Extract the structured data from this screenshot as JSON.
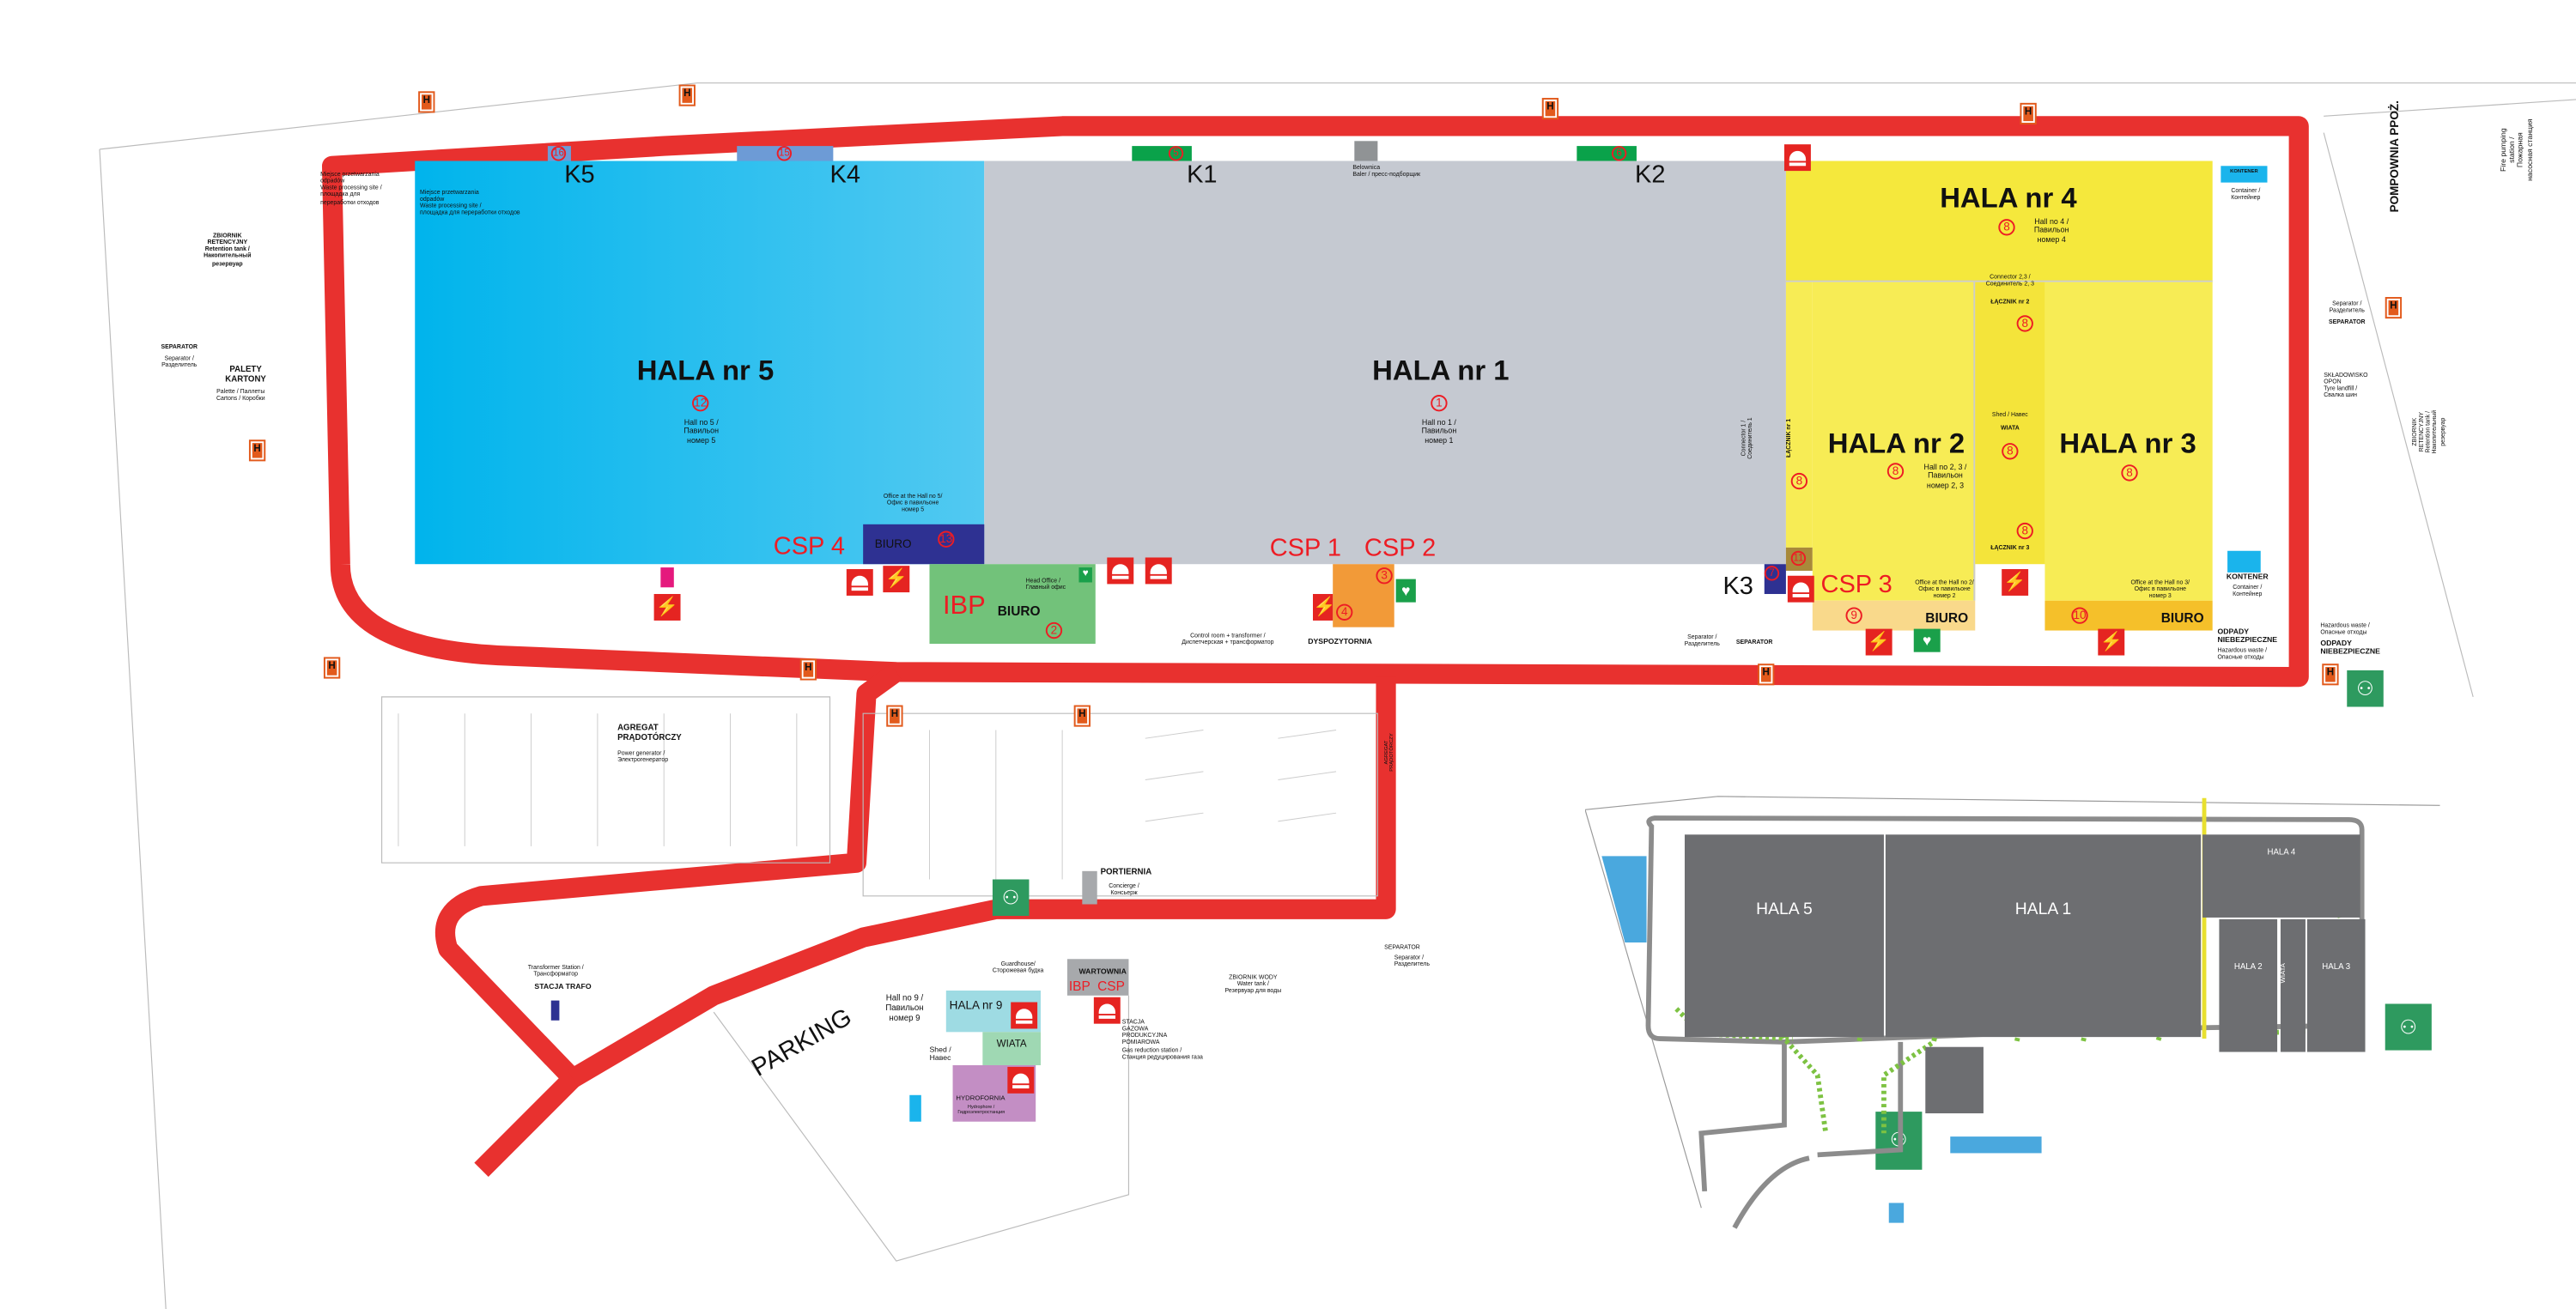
{
  "colors": {
    "road": "#e8312f",
    "hall5": "#1ab9ee",
    "hall1": "#c5c9d1",
    "hall_yellow": "#f5e83c",
    "office_blue": "#2e3192",
    "head_office": "#72c27a",
    "dispatch": "#f29a38",
    "assembly": "#2e9a5f",
    "mini_building": "#6d6e71",
    "evac_route": "#7dc242"
  },
  "halls": {
    "hala5": {
      "title": "HALA nr 5",
      "num": "12",
      "desc": "Hall no 5 /\nПавильон\nномер 5"
    },
    "hala1": {
      "title": "HALA nr 1",
      "num": "1",
      "desc": "Hall no 1 /\nПавильон\nномер 1"
    },
    "hala4": {
      "title": "HALA nr 4",
      "num": "8",
      "desc": "Hall no 4 /\nПавильон\nномер 4"
    },
    "hala2": {
      "title": "HALA nr 2",
      "num": "8",
      "desc": "Hall no 2, 3 /\nПавильон\nномер 2, 3"
    },
    "hala3": {
      "title": "HALA nr 3",
      "num": "8"
    },
    "hala9": {
      "title": "HALA nr 9",
      "desc": "Hall no 9 /\nПавильон\nномер 9"
    }
  },
  "gates": {
    "k5": "K5",
    "k4": "K4",
    "k1": "K1",
    "k2": "K2",
    "k3": "K3",
    "n16": "16",
    "n15": "15",
    "n5": "5",
    "n6": "6",
    "n7": "7",
    "n11": "11"
  },
  "labels": {
    "waste_site": "Miejsce przetwarzania\nodpadów\nWaste processing site /\nплощадка для переработки отходов",
    "waste_site_left": "Miejsce przetwarzania\nodpadów\nWaste processing site /\nплощадка для\nпереработки отходов",
    "retention_left": "ZBIORNIK\nRETENCYJNY\nRetention tank /\nНакопительный\nрезервуар",
    "separator_title": "SEPARATOR",
    "separator_desc": "Separator /\nРазделитель",
    "pallets": "PALETY\nKARTONY",
    "pallets_desc": "Palette / Паллеты\nCartons / Коробки",
    "baler": "Belownica\nBaler / пресс-подборщик",
    "office5": "Office at the Hall no 5/\nОфис в павильоне\nномер 5",
    "biuro": "BIURO",
    "n13": "13",
    "csp4": "CSP 4",
    "csp1": "CSP 1",
    "csp2": "CSP 2",
    "csp3": "CSP 3",
    "ibp": "IBP",
    "head_office": "Head Office /\nГлавный офис",
    "n2": "2",
    "n3": "3",
    "n4": "4",
    "control_room": "Control room + transformer /\nДиспетчерская + трансформатор",
    "dyspozytornia": "DYSPOZYTORNIA",
    "connector1": "Connector 1 /\nСоединитель 1",
    "lacznik1": "ŁĄCZNIK nr 1",
    "connector23": "Connector 2,3 /\nСоединитель 2, 3",
    "lacznik2": "ŁĄCZNIK nr 2",
    "lacznik3": "ŁĄCZNIK nr 3",
    "shed": "Shed / Навес",
    "wiata": "WIATA",
    "n8": "8",
    "n9": "9",
    "n10": "10",
    "office2": "Office at the Hall no 2/\nОфис в павильоне\nномер 2",
    "office3": "Office at the Hall no 3/\nОфис в павильоне\nномер 3",
    "kontener": "KONTENER",
    "container_desc": "Container /\nКонтейнер",
    "hazard": "ODPADY\nNIEBEZPIECZNE",
    "hazard_desc": "Hazardous waste /\nОпасные отходы",
    "pump": "POMPOWNIA PPOŻ.",
    "pump_desc": "Fire pumping\nstation /\nПожарная\nнасосная станция",
    "tyres": "SKŁADOWISKO\nOPON\nTyre landfill /\nСвалка шин",
    "retention_right": "ZBIORNIK\nRETENCYJNY\nRetention tank /\nНакопительный\nрезервуар",
    "generator": "AGREGAT\nPRĄDOTÓRCZY",
    "generator_desc": "Power generator /\nЭлектрогенератор",
    "portiernia": "PORTIERNIA",
    "concierge": "Concierge /\nКонсьерж",
    "guardhouse": "Guardhouse/\nСторожевая будка",
    "wartownia": "WARTOWNIA",
    "ibp_csp": "IBP  CSP",
    "gas_station": "STACJA\nGAZOWA\nPRODUKCYJNA\nPOMIAROWA\nGas reduction station /\nСтанция редуцирования газа",
    "water_tank": "ZBIORNIK WODY\nWater tank /\nРезервуар для воды",
    "transformer": "Transformer Station /\nТрансформатор",
    "stacja_trafo": "STACJA TRAFO",
    "parking": "PARKING",
    "shed9": "Shed /\nНавес",
    "hydroforna": "HYDROFORNIA",
    "hydroforna_desc": "Hydrophore /\nГидроэлектростанция",
    "generator_small": "AGREGAT\nPRĄDOTÓRCZY"
  },
  "minimap": {
    "hala5": "HALA 5",
    "hala1": "HALA 1",
    "hala4": "HALA 4",
    "hala2": "HALA 2",
    "wiata": "WIATA",
    "hala3": "HALA 3"
  },
  "icons": {
    "hydrant": "H",
    "fire_alarm": "fire-alarm-bell-icon",
    "electrical": "electrical-switchboard-icon",
    "aed": "aed-icon",
    "assembly": "assembly-point-icon"
  }
}
